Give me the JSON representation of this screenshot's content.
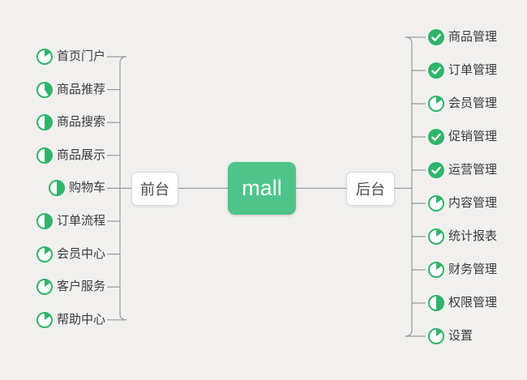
{
  "root": {
    "label": "mall"
  },
  "branches": [
    {
      "id": "frontend",
      "label": "前台",
      "side": "left",
      "items": [
        {
          "label": "首页门户",
          "icon": "task-progress-icon",
          "progress": 15
        },
        {
          "label": "商品推荐",
          "icon": "task-progress-icon",
          "progress": 40
        },
        {
          "label": "商品搜索",
          "icon": "task-progress-icon",
          "progress": 50
        },
        {
          "label": "商品展示",
          "icon": "task-progress-icon",
          "progress": 50
        },
        {
          "label": "购物车",
          "icon": "task-progress-icon",
          "progress": 50
        },
        {
          "label": "订单流程",
          "icon": "task-progress-icon",
          "progress": 50
        },
        {
          "label": "会员中心",
          "icon": "task-progress-icon",
          "progress": 15
        },
        {
          "label": "客户服务",
          "icon": "task-progress-icon",
          "progress": 15
        },
        {
          "label": "帮助中心",
          "icon": "task-progress-icon",
          "progress": 15
        }
      ]
    },
    {
      "id": "backend",
      "label": "后台",
      "side": "right",
      "items": [
        {
          "label": "商品管理",
          "icon": "check-icon",
          "progress": 100
        },
        {
          "label": "订单管理",
          "icon": "check-icon",
          "progress": 100
        },
        {
          "label": "会员管理",
          "icon": "task-progress-icon",
          "progress": 15
        },
        {
          "label": "促销管理",
          "icon": "check-icon",
          "progress": 100
        },
        {
          "label": "运营管理",
          "icon": "check-icon",
          "progress": 100
        },
        {
          "label": "内容管理",
          "icon": "task-progress-icon",
          "progress": 15
        },
        {
          "label": "统计报表",
          "icon": "task-progress-icon",
          "progress": 15
        },
        {
          "label": "财务管理",
          "icon": "task-progress-icon",
          "progress": 15
        },
        {
          "label": "权限管理",
          "icon": "task-progress-icon",
          "progress": 50
        },
        {
          "label": "设置",
          "icon": "task-progress-icon",
          "progress": 15
        }
      ]
    }
  ],
  "colors": {
    "background": "#f1f0ee",
    "icon_green": "#30b46a",
    "root_green": "#4fc48a",
    "line_gray": "#999999"
  }
}
